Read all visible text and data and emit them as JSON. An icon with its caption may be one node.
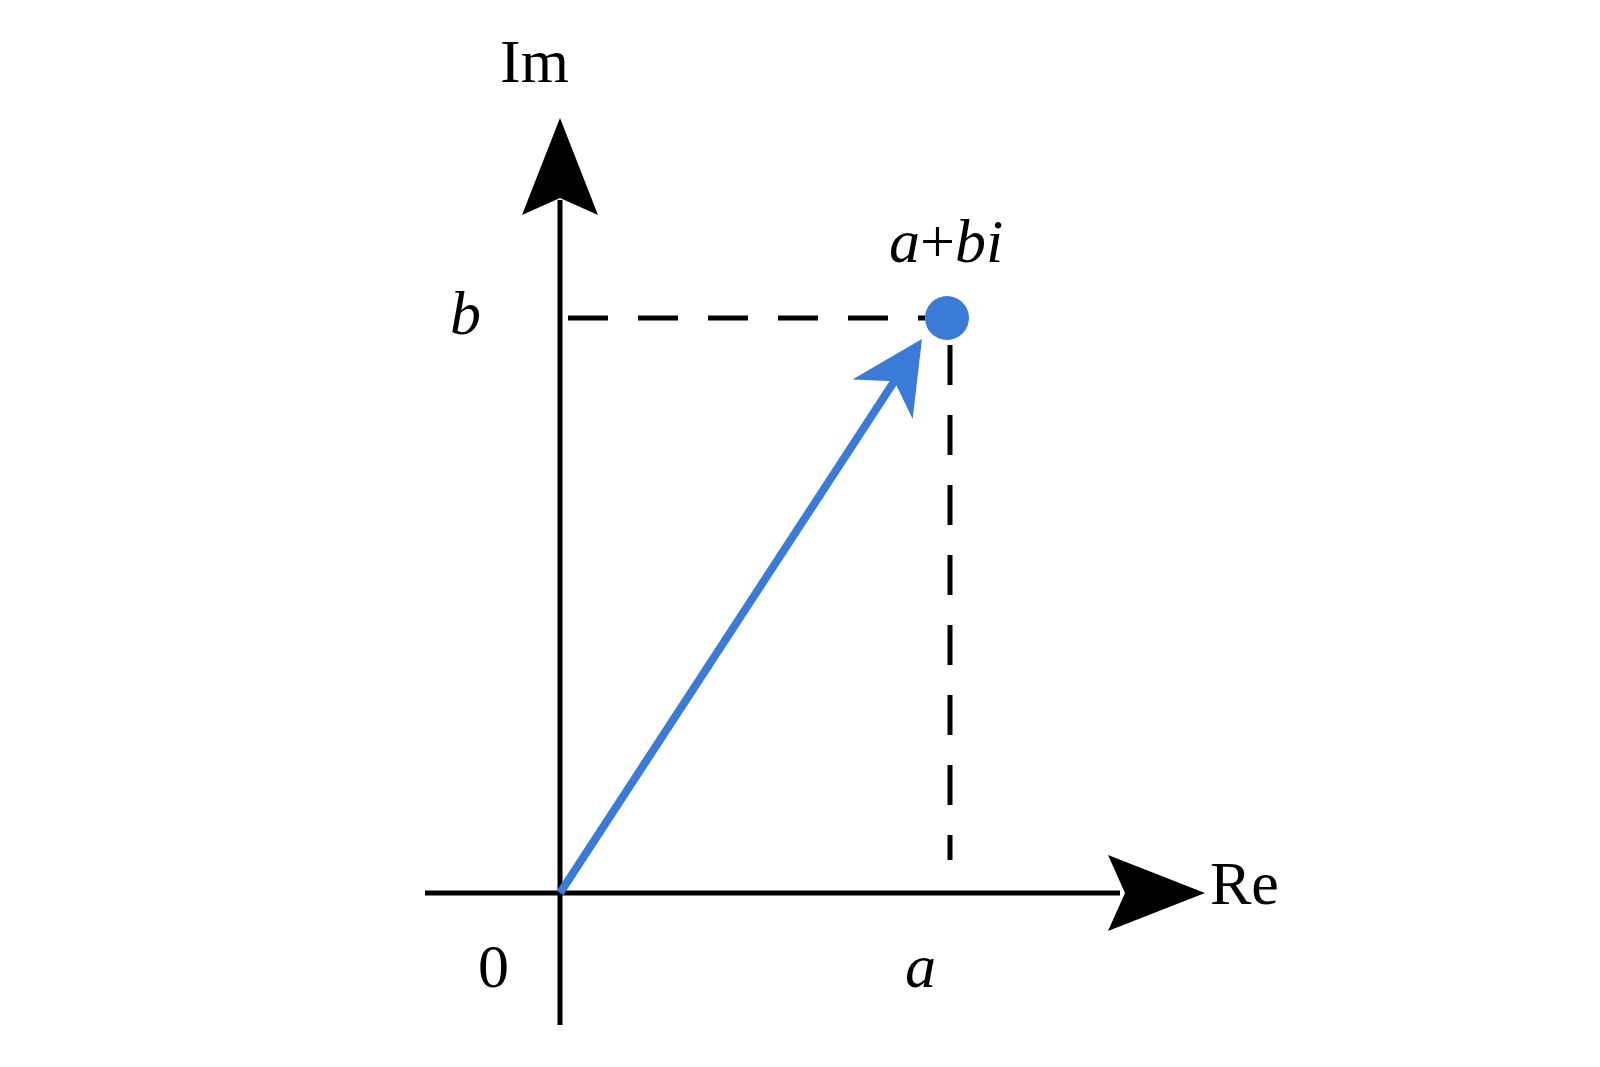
{
  "diagram": {
    "nodes": [
      {
        "text": [
          "0"
        ]
      },
      {
        "text": [
          "*a*+*bi*"
        ]
      }
    ],
    "edges": [
      {
        "from": 0,
        "to": 1,
        "arrow": "to"
      }
    ],
    "labels": [
      "Im",
      "b",
      "Re",
      "a"
    ]
  }
}
